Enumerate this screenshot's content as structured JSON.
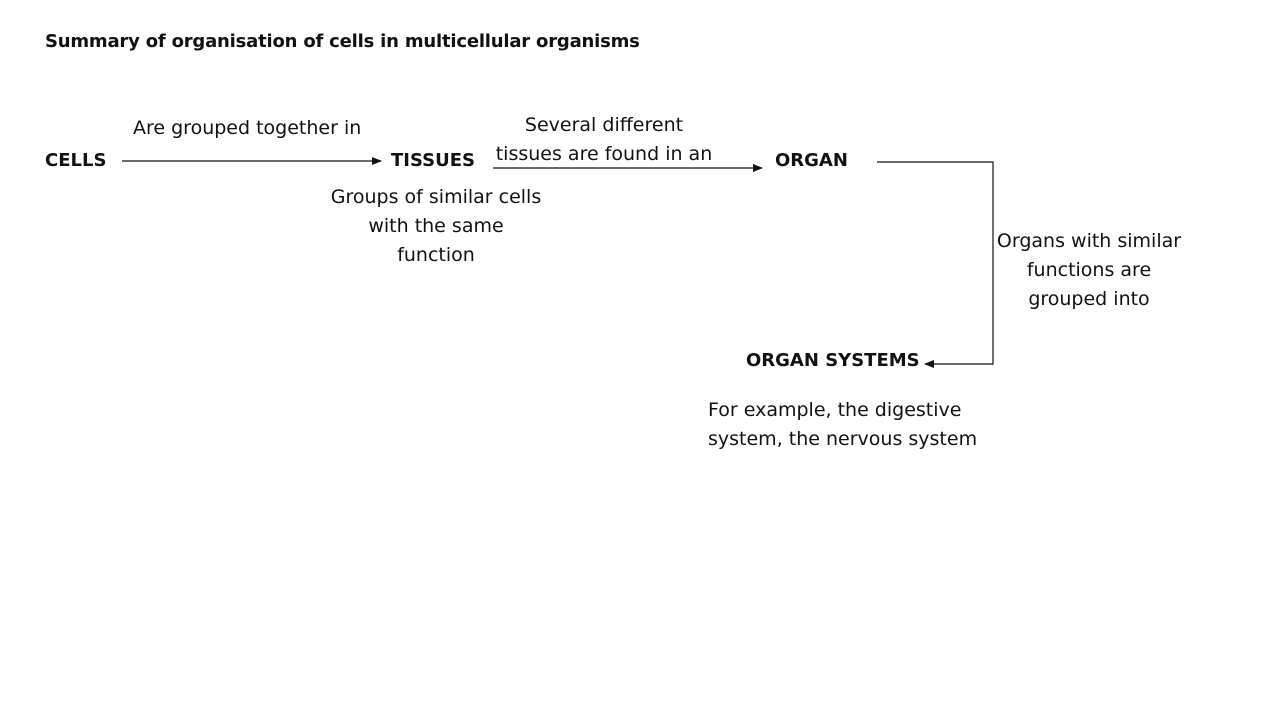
{
  "title": "Summary of organisation of cells in multicellular organisms",
  "nodes": {
    "cells": "CELLS",
    "tissues": "TISSUES",
    "organ": "ORGAN",
    "organ_systems": "ORGAN SYSTEMS"
  },
  "labels": {
    "cells_to_tissues": "Are grouped together in",
    "tissues_to_organ_line1": "Several different",
    "tissues_to_organ_line2": "tissues are found in an",
    "organ_to_systems_line1": "Organs with similar",
    "organ_to_systems_line2": "functions are",
    "organ_to_systems_line3": "grouped into"
  },
  "descriptions": {
    "tissues_line1": "Groups of similar cells",
    "tissues_line2": "with the same",
    "tissues_line3": "function",
    "systems_line1": "For example, the digestive",
    "systems_line2": "system, the nervous system"
  },
  "colors": {
    "text": "#111111",
    "line": "#111111",
    "background": "#ffffff"
  }
}
